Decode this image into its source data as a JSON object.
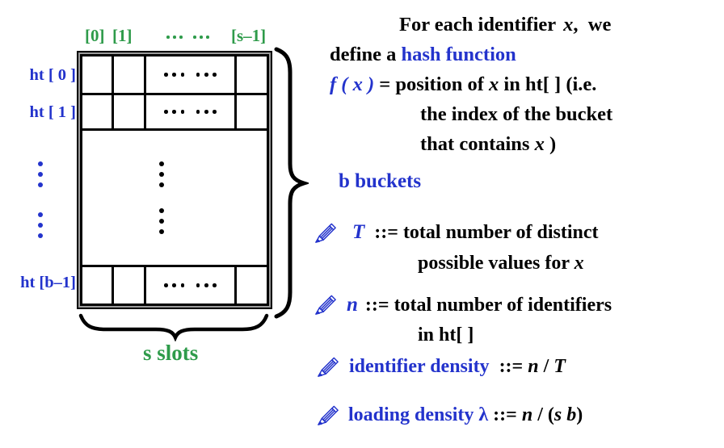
{
  "colors": {
    "accent_blue": "#2333cc",
    "accent_green": "#2e9b4a",
    "frame_gray": "#9b9b9b"
  },
  "diagram": {
    "headers": {
      "h0": "[0]",
      "h1": "[1]",
      "hlast": "[s–1]"
    },
    "rows": {
      "r0": "ht [ 0 ]",
      "r1": "ht [ 1 ]",
      "rlast": "ht [b–1]"
    },
    "brace_right_label": "b buckets",
    "brace_bottom_label": "s slots"
  },
  "intro": {
    "l1a": "For each identifier",
    "l1x": "x",
    "l1b": ",  we",
    "l2a": "define a",
    "l2b": "hash function",
    "l3f": "f ( x )",
    "l3eq": "=",
    "l3mid": "position of",
    "l3x": "x",
    "l3end": "in ht[ ] (i.e.",
    "l4": "the index of the bucket",
    "l5a": "that contains",
    "l5x": "x",
    "l5b": ")"
  },
  "defs": {
    "t_sym": "T",
    "t_def": "::= total number of distinct",
    "t_cont": "possible values for",
    "t_x": "x",
    "n_sym": "n",
    "n_def": "::= total number of identifiers",
    "n_cont": "in ht[ ]",
    "ident_term": "identifier density",
    "ident_op": "::=",
    "ident_n": "n",
    "ident_sl": "/",
    "ident_T": "T",
    "load_term": "loading density λ",
    "load_op": "::=",
    "load_n": "n",
    "load_sl": "/",
    "load_open": "(",
    "load_sb": "s b",
    "load_close": ")"
  }
}
